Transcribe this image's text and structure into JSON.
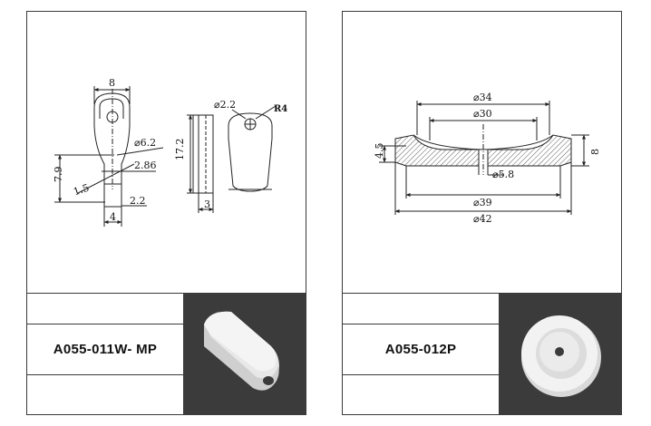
{
  "left_sheet": {
    "part_number": "A055-011W- MP",
    "dimensions": {
      "width_top": "8",
      "hole_dia": "⌀6.2",
      "thickness_2_86": "2.86",
      "height_7_9": "7.9",
      "angle_1_5": "1.5",
      "neck_2_2": "2.2",
      "base_width": "4",
      "side_hole_dia": "⌀2.2",
      "radius": "R4",
      "total_height": "17.2",
      "side_thickness": "3"
    }
  },
  "right_sheet": {
    "part_number": "A055-012P",
    "dimensions": {
      "dia_34": "⌀34",
      "dia_30": "⌀30",
      "height_4_5": "4.5",
      "height_8": "8",
      "hole_dia": "⌀5.8",
      "dia_39": "⌀39",
      "dia_42": "⌀42"
    }
  },
  "colors": {
    "line": "#222222",
    "photo_bg": "#3b3b3b",
    "part_white": "#f2f2f2"
  }
}
